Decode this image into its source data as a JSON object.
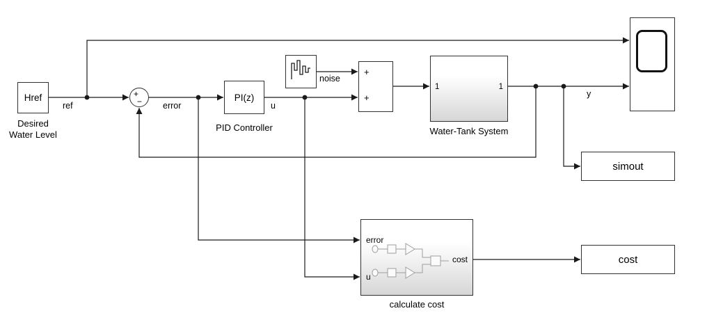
{
  "blocks": {
    "href": {
      "label": "Href",
      "caption": "Desired\nWater Level"
    },
    "sum": {
      "plus_sign": "+",
      "minus_sign": "−"
    },
    "pid": {
      "label": "PI(z)",
      "caption": "PID Controller"
    },
    "noise": {
      "name": "noise"
    },
    "add": {
      "top_sign": "+",
      "bottom_sign": "+"
    },
    "watertank": {
      "in_port": "1",
      "out_port": "1",
      "caption": "Water-Tank System"
    },
    "simout": {
      "label": "simout"
    },
    "calccost": {
      "port_error": "error",
      "port_u": "u",
      "port_cost": "cost",
      "caption": "calculate cost"
    },
    "cost": {
      "label": "cost"
    }
  },
  "signals": {
    "ref": "ref",
    "error": "error",
    "u": "u",
    "y": "y"
  }
}
